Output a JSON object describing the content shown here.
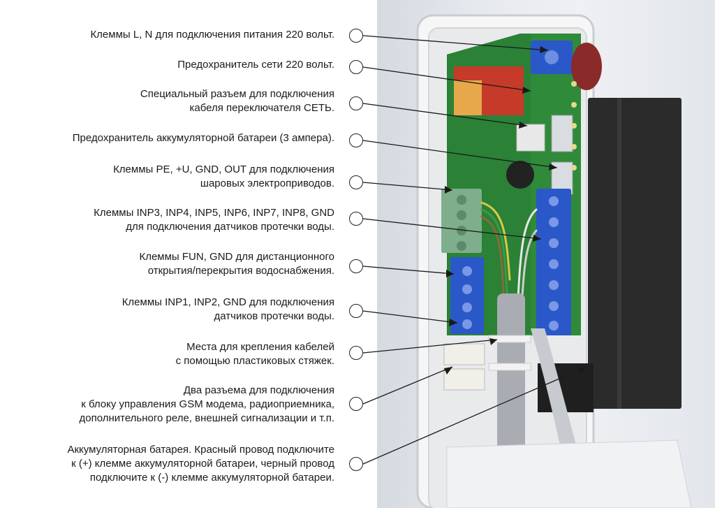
{
  "callouts": [
    {
      "id": "mains-terminals",
      "lines": [
        "Клеммы L, N для подключения питания 220 вольт."
      ]
    },
    {
      "id": "mains-fuse",
      "lines": [
        "Предохранитель сети 220 вольт."
      ]
    },
    {
      "id": "power-switch-connector",
      "lines": [
        "Специальный разъем для подключения",
        "кабеля переключателя СЕТЬ."
      ]
    },
    {
      "id": "battery-fuse",
      "lines": [
        "Предохранитель аккумуляторной батареи (3 ампера)."
      ]
    },
    {
      "id": "valve-terminals",
      "lines": [
        "Клеммы PE, +U, GND, OUT для подключения",
        "шаровых электроприводов."
      ]
    },
    {
      "id": "sensor-terminals-3-8",
      "lines": [
        "Клеммы INP3, INP4, INP5, INP6, INP7, INP8, GND",
        "для подключения датчиков протечки воды."
      ]
    },
    {
      "id": "fun-terminals",
      "lines": [
        "Клеммы FUN, GND для дистанционного",
        "открытия/перекрытия водоснабжения."
      ]
    },
    {
      "id": "sensor-terminals-1-2",
      "lines": [
        "Клеммы INP1, INP2, GND для подключения",
        "датчиков протечки воды."
      ]
    },
    {
      "id": "cable-mounts",
      "lines": [
        "Места для крепления кабелей",
        "с помощью пластиковых стяжек."
      ]
    },
    {
      "id": "expansion-connectors",
      "lines": [
        "Два разъема для подключения",
        "к блоку управления GSM модема, радиоприемника,",
        "дополнительного реле, внешней сигнализации и т.п."
      ]
    },
    {
      "id": "battery",
      "lines": [
        "Аккумуляторная батарея. Красный провод подключите",
        "к (+) клемме аккумуляторной батареи, черный провод",
        "подключите к (-) клемме аккумуляторной батареи."
      ]
    }
  ],
  "colors": {
    "pcb": "#2f8a3a",
    "terminal_blue": "#2a58c8",
    "terminal_green": "#7fae8c",
    "battery": "#2b2b2b",
    "enclosure": "#f4f4f4",
    "leader": "#1a1a1a"
  }
}
